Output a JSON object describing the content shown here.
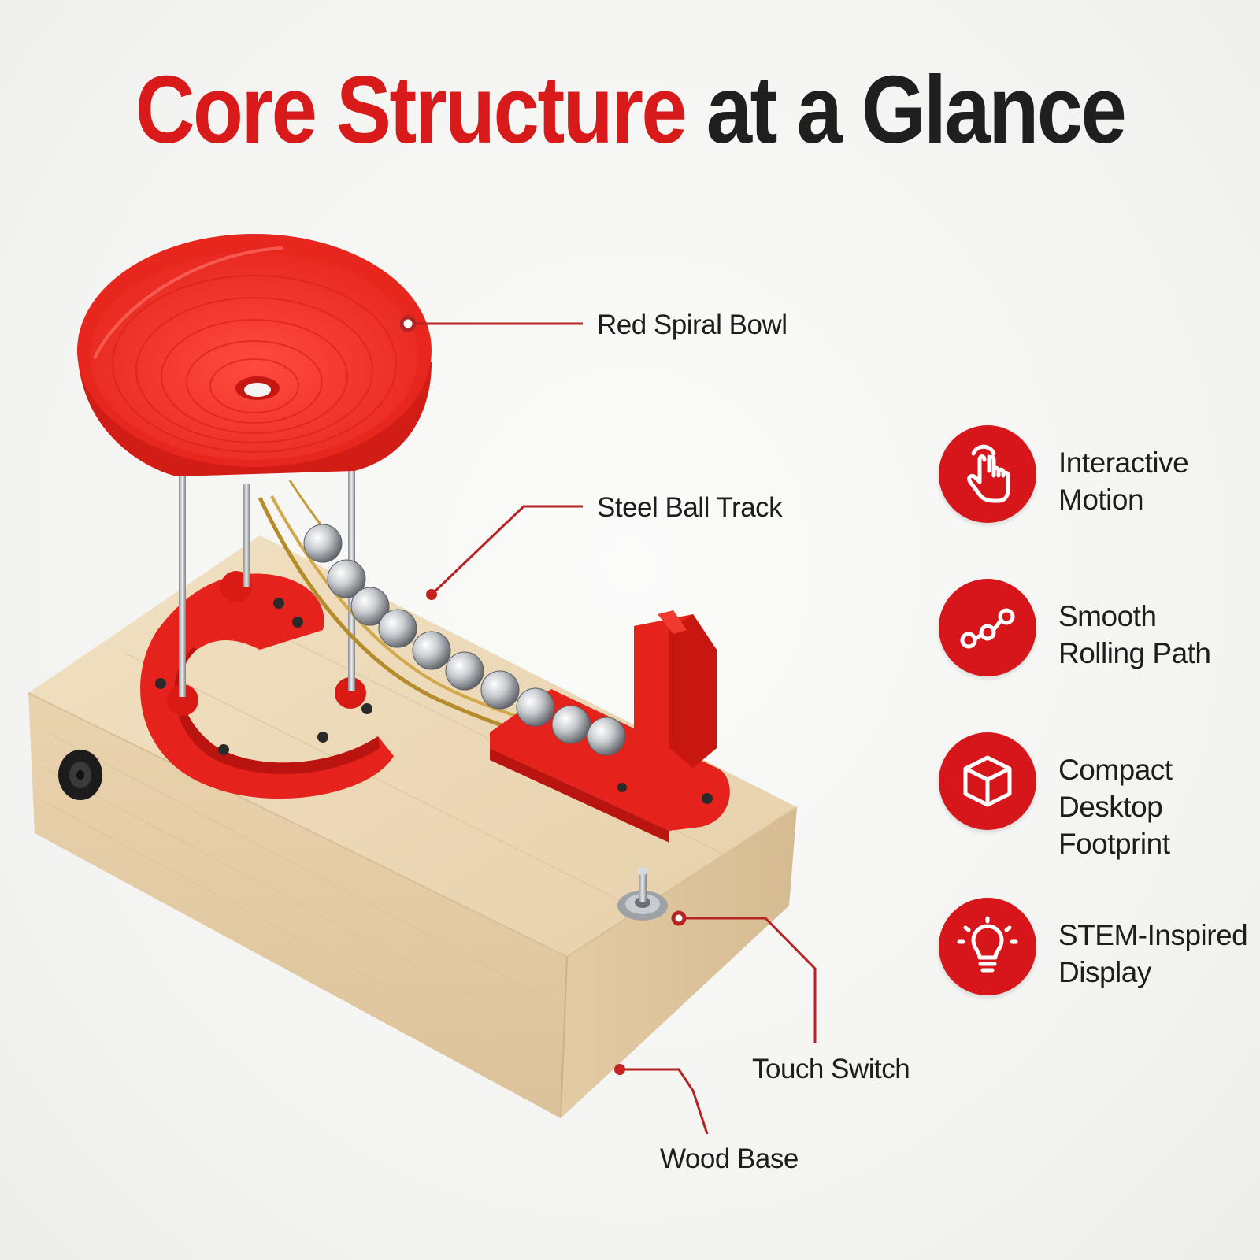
{
  "title": {
    "accent": "Core Structure",
    "rest": "at a Glance"
  },
  "colors": {
    "accent": "#d91a1a",
    "text": "#1f1f1f",
    "wood": "#ead5b3"
  },
  "callouts": {
    "bowl": "Red Spiral Bowl",
    "track": "Steel Ball Track",
    "switch": "Touch Switch",
    "base": "Wood Base"
  },
  "features": [
    {
      "icon": "touch-hand-icon",
      "label": "Interactive\nMotion"
    },
    {
      "icon": "rolling-path-icon",
      "label": "Smooth\nRolling Path"
    },
    {
      "icon": "cube-icon",
      "label": "Compact\nDesktop\nFootprint"
    },
    {
      "icon": "lightbulb-icon",
      "label": "STEM-Inspired\nDisplay"
    }
  ]
}
